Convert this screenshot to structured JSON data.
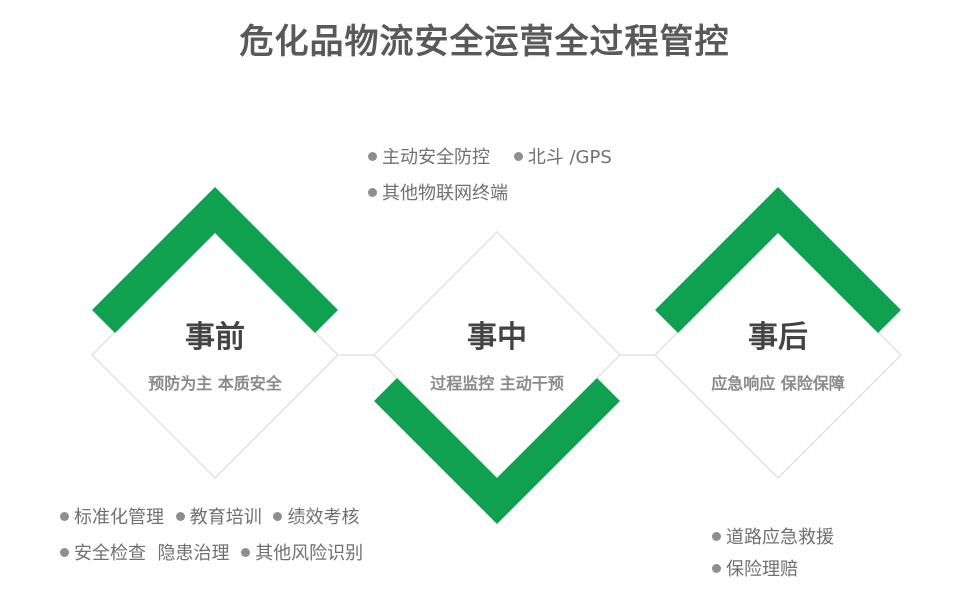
{
  "title": "危化品物流安全运营全过程管控",
  "colors": {
    "accent": "#0fa14f",
    "outline": "#e2e2e2",
    "title": "#595959",
    "bullet": "#8e8e8e"
  },
  "stages": [
    {
      "title": "事前",
      "subtitle": "预防为主 本质安全"
    },
    {
      "title": "事中",
      "subtitle": "过程监控 主动干预"
    },
    {
      "title": "事后",
      "subtitle": "应急响应 保险保障"
    }
  ],
  "before_bullets": {
    "row1": [
      "标准化管理",
      "教育培训",
      "绩效考核"
    ],
    "row2": [
      "安全检查  隐患治理",
      "其他风险识别"
    ]
  },
  "during_bullets": {
    "row1": [
      "主动安全防控",
      "北斗 /GPS"
    ],
    "row2": [
      "其他物联网终端"
    ]
  },
  "after_bullets": [
    "道路应急救援",
    "保险理赔"
  ]
}
